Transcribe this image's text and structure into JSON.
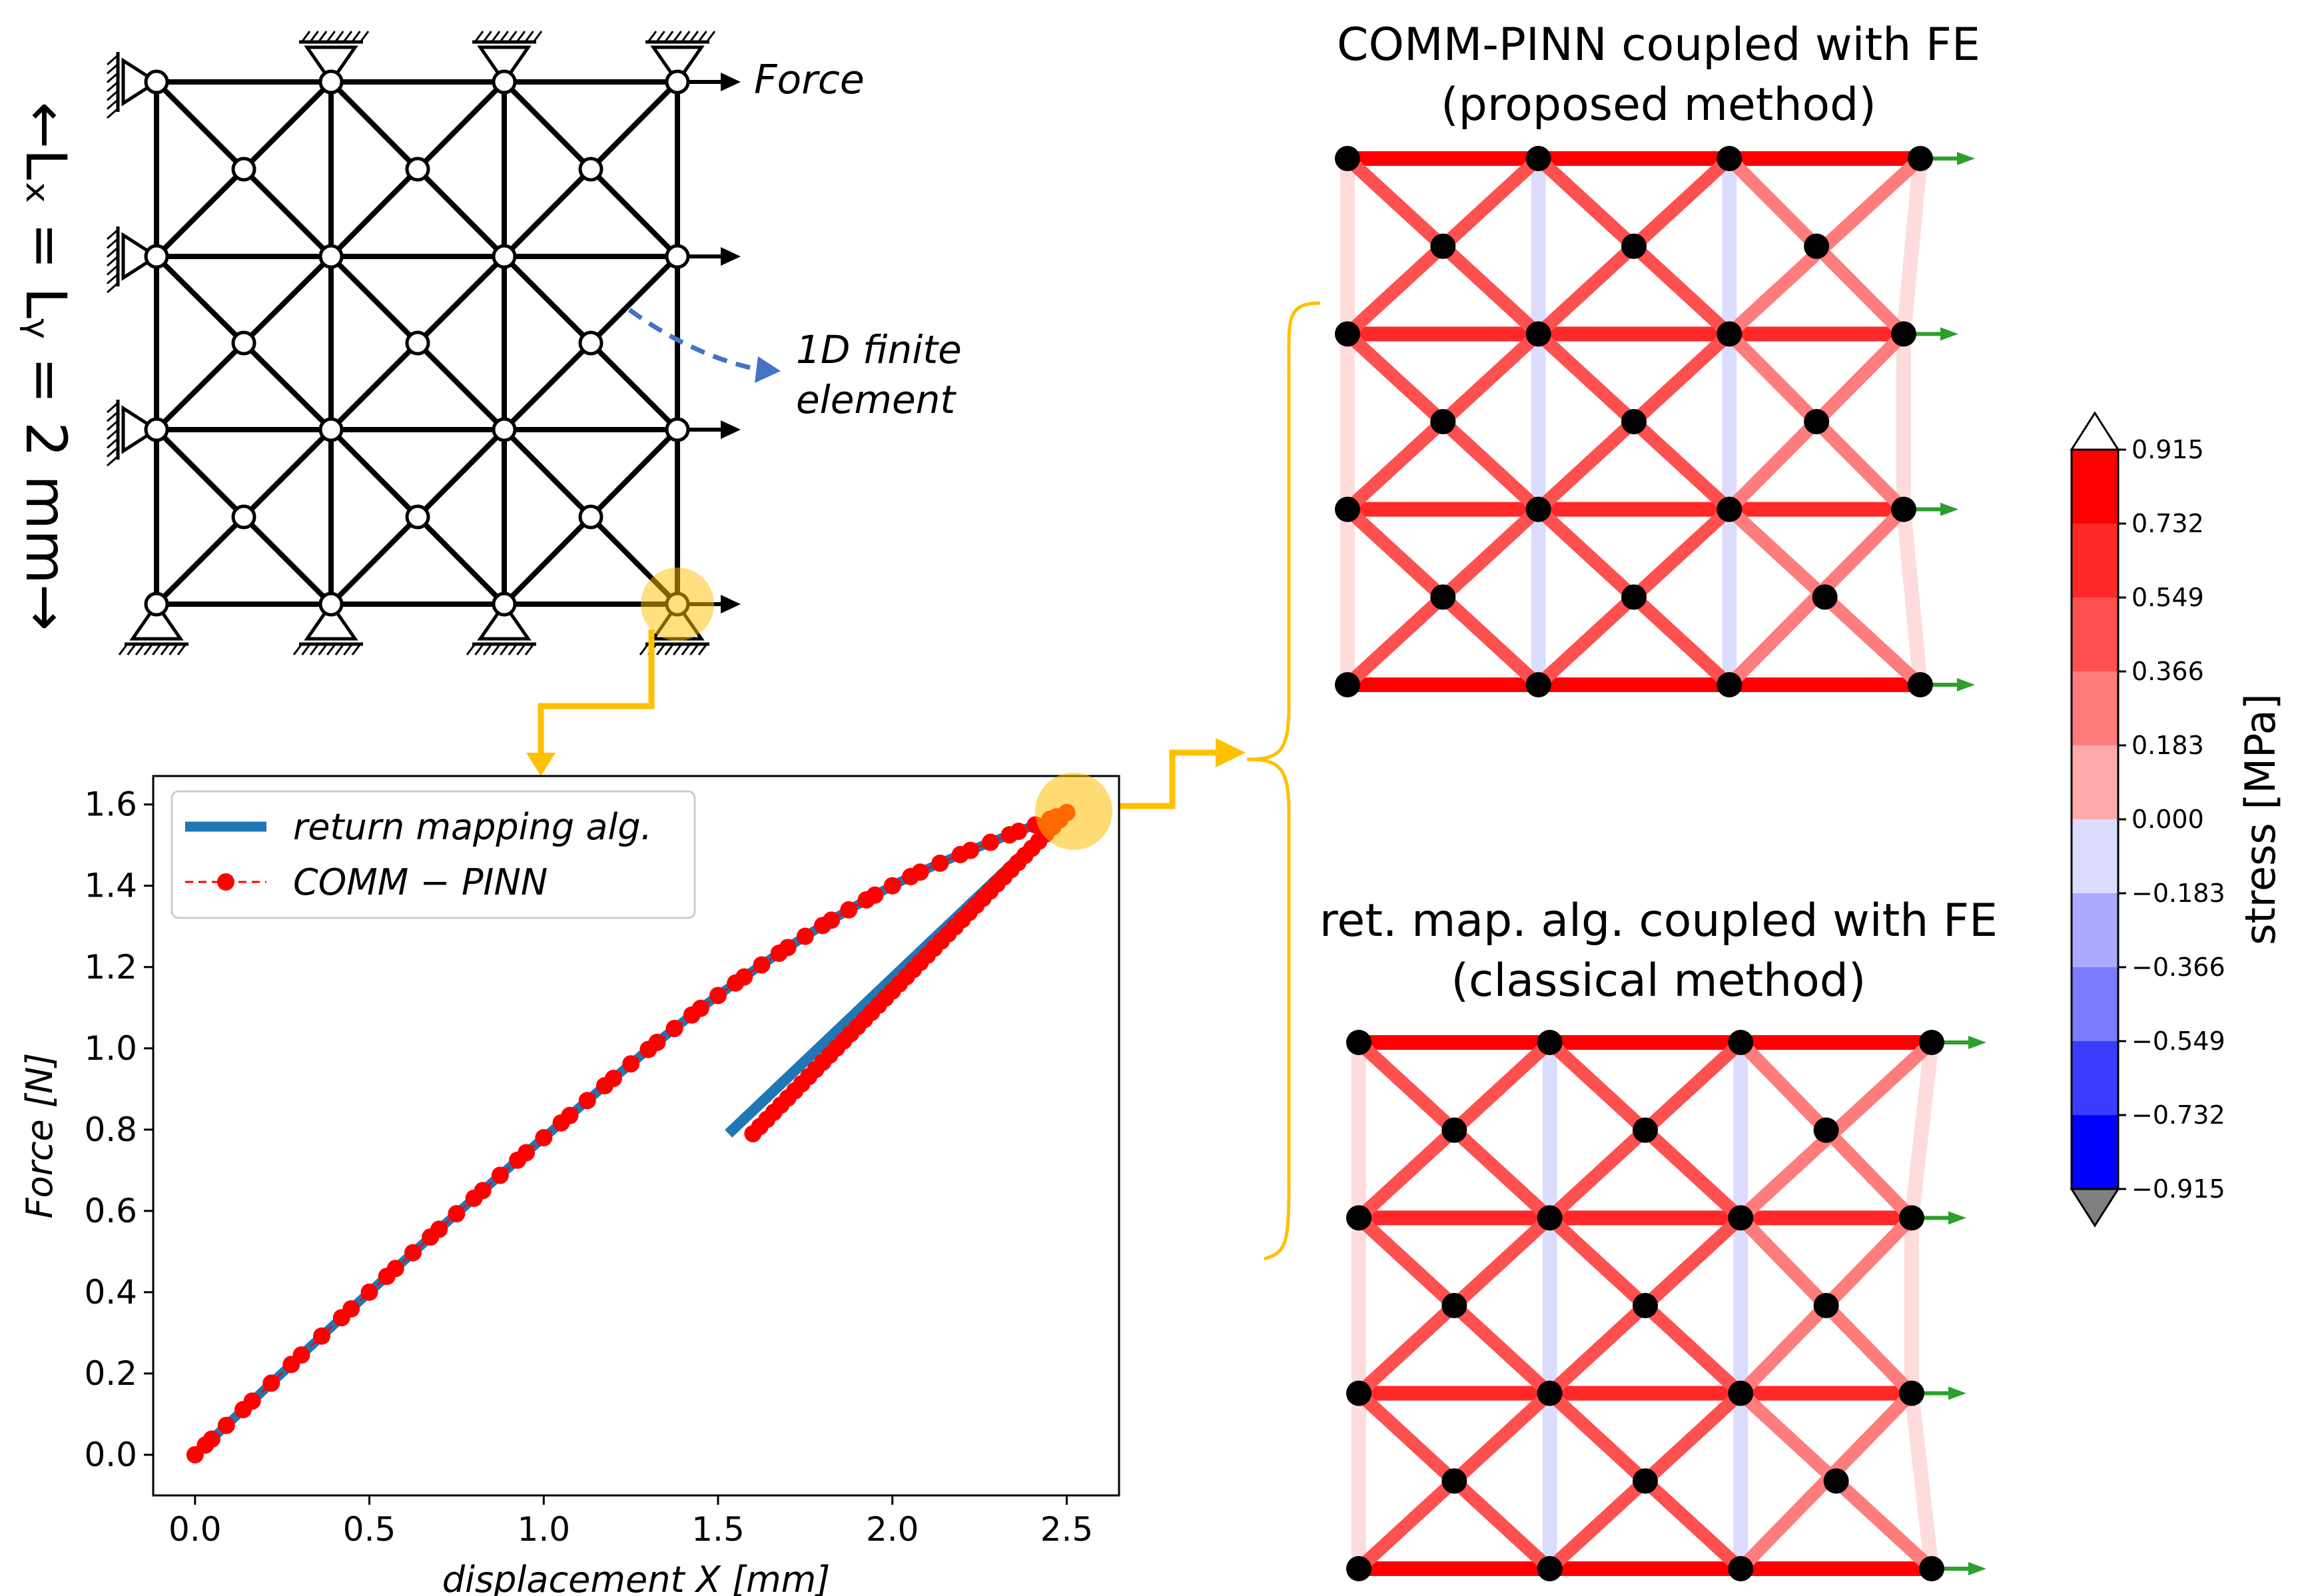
{
  "schematic": {
    "force_label": "Force",
    "dimension_label": "←Lₓ = Lᵧ = 2 mm→",
    "element_label_line1": "1D finite",
    "element_label_line2": "element"
  },
  "panels": {
    "top_title_line1": "COMM-PINN coupled with FE",
    "top_title_line2": "(proposed method)",
    "bottom_title_line1": "ret. map. alg. coupled with FE",
    "bottom_title_line2": "(classical method)"
  },
  "colorbar": {
    "label": "stress [MPa]",
    "ticks": [
      "0.915",
      "0.732",
      "0.549",
      "0.366",
      "0.183",
      "0.000",
      "−0.183",
      "−0.366",
      "−0.549",
      "−0.732",
      "−0.915"
    ],
    "colors": [
      "#ff0000",
      "#ff2828",
      "#ff5050",
      "#ff7c7c",
      "#ffaaaa",
      "#ffdcdc",
      "#dcdcff",
      "#aaaaff",
      "#7c7cff",
      "#3c3cff",
      "#0000ff"
    ]
  },
  "chart_data": {
    "type": "line",
    "title": "",
    "xlabel": "displacement X [mm]",
    "ylabel": "Force [N]",
    "xlim": [
      -0.12,
      2.65
    ],
    "ylim": [
      -0.1,
      1.67
    ],
    "xticks": [
      "0.0",
      "0.5",
      "1.0",
      "1.5",
      "2.0",
      "2.5"
    ],
    "yticks": [
      "0.0",
      "0.2",
      "0.4",
      "0.6",
      "0.8",
      "1.0",
      "1.2",
      "1.4",
      "1.6"
    ],
    "legend_position": "top-left",
    "series": [
      {
        "name": "return mapping alg.",
        "color": "#1f77b4",
        "style": "solid",
        "x": [
          0.0,
          0.5,
          1.0,
          1.5,
          2.0,
          2.5,
          1.53
        ],
        "y": [
          0.0,
          0.4,
          0.78,
          1.13,
          1.4,
          1.58,
          0.79
        ]
      },
      {
        "name": "COMM − PINN",
        "color": "#ff0000",
        "style": "dashed-markers",
        "x": [
          0.0,
          0.5,
          1.0,
          1.5,
          2.0,
          2.5,
          1.6
        ],
        "y": [
          0.0,
          0.4,
          0.78,
          1.13,
          1.4,
          1.58,
          0.79
        ]
      }
    ]
  }
}
